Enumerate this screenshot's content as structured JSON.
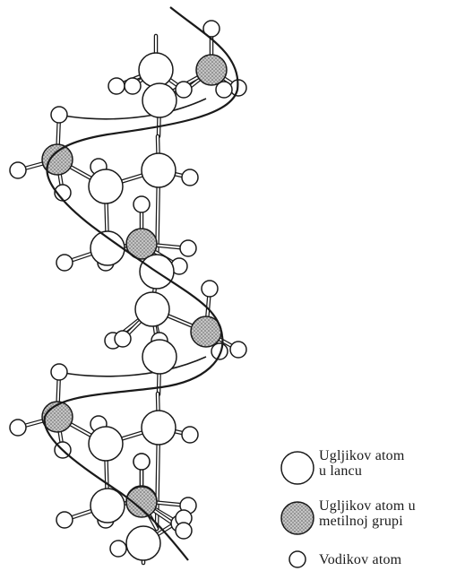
{
  "legend": {
    "items": [
      {
        "line1": "Ugljikov  atom",
        "line2": "u  lancu",
        "type": "chain-carbon"
      },
      {
        "line1": "Ugljikov  atom  u",
        "line2": "metilnoj  grupi",
        "type": "methyl-carbon"
      },
      {
        "line1": "Vodikov  atom",
        "line2": "",
        "type": "hydrogen"
      }
    ]
  },
  "colors": {
    "stroke": "#1a1a1a",
    "atom_fill": "#ffffff",
    "methyl_fill": "#bdbdbd",
    "methyl_stipple": "#555555"
  }
}
